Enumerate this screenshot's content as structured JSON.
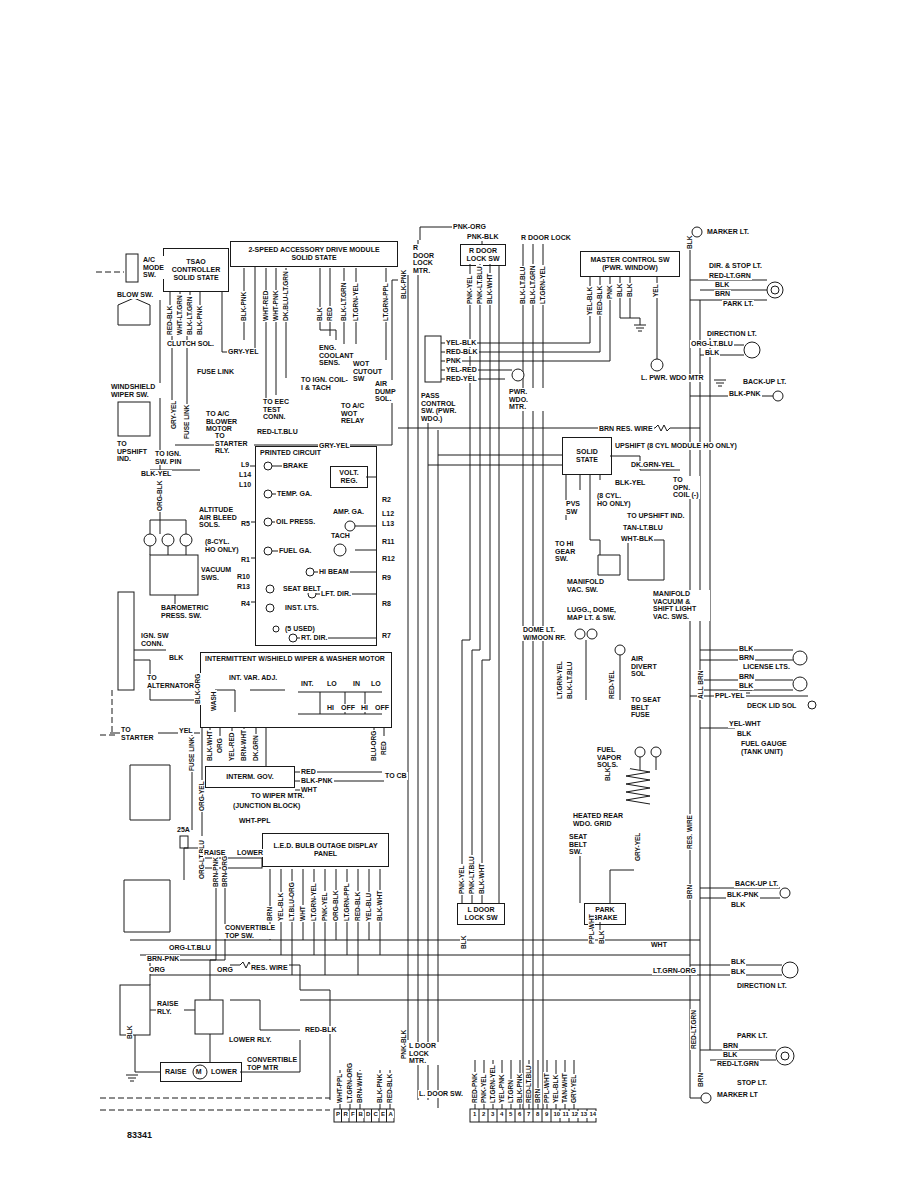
{
  "diagram": {
    "nodes": [
      {
        "text": [
          "TSAO CONTROLLER",
          "SOLID STATE"
        ]
      },
      {
        "text": [
          "2-SPEED ACCESSORY DRIVE MODULE",
          "SOLID STATE"
        ]
      },
      {
        "text": [
          "R DOOR LOCK SW"
        ]
      },
      {
        "text": [
          "MASTER CONTROL SW",
          "(PWR. WINDOW)"
        ]
      },
      {
        "text": [
          "PRINTED CIRCUIT"
        ]
      },
      {
        "text": [
          "VOLT. REG."
        ],
        "in": 4
      },
      {
        "text": [
          "INTERMITTENT W/SHIELD WIPER & WASHER MOTOR"
        ]
      },
      {
        "text": [
          "INTERM. GOV."
        ]
      },
      {
        "text": [
          "L.E.D. BULB OUTAGE DISPLAY PANEL"
        ]
      },
      {
        "text": [
          "SOLID STATE"
        ]
      },
      {
        "text": [
          "L DOOR LOCK SW"
        ]
      },
      {
        "text": [
          "PARK BRAKE"
        ]
      },
      {
        "text": [
          "RAISE",
          "M",
          "LOWER"
        ]
      }
    ],
    "edges": [
      {
        "from": 0,
        "to": 1,
        "arrow": "none",
        "label": "GRY-YEL"
      },
      {
        "from": 2,
        "to": 10,
        "arrow": "none"
      },
      {
        "from": 6,
        "to": 7,
        "arrow": "none"
      }
    ],
    "labels": [
      "MARKER LT.",
      "DIR. & STOP LT.",
      "RED-LT.GRN",
      "BLK",
      "BRN",
      "PARK LT.",
      "DIRECTION LT.",
      "ORG-LT.BLU",
      "BLK",
      "BACK-UP LT.",
      "BLK-PNK",
      "BLK",
      "BRN",
      "LICENSE LTS.",
      "BRN",
      "BLK",
      "PPL-YEL",
      "DECK LID SOL",
      "YEL-WHT",
      "BLK",
      "FUEL GAUGE (TANK UNIT)",
      "BACK-UP LT.",
      "BLK-PNK",
      "BLK",
      "BLK",
      "BLK",
      "DIRECTION LT.",
      "PARK LT.",
      "BRN",
      "BLK",
      "RED-LT.GRN",
      "STOP LT.",
      "MARKER LT",
      "RED-LT.GRN",
      "BRN",
      "BLK",
      "ALL BRN",
      "LT.GRN-ORG",
      "WHT",
      "BRN",
      "RES. WIRE",
      "RES. WIRE",
      "BRN",
      "A/C MODE SW.",
      "BLOW SW.",
      "CLUTCH SOL.",
      "FUSE LINK",
      "TO EEC TEST CONN.",
      "ENG. COOLANT SENS.",
      "WOT CUTOUT SW",
      "AIR DUMP SOL.",
      "TO IGN. COIL-I & TACH",
      "TO A/C WOT RELAY",
      "TO A/C BLOWER MOTOR",
      "TO STARTER RLY.",
      "RED-LT.BLU",
      "GRY-YEL",
      "WINDSHIELD WIPER SW.",
      "TO UPSHIFT IND.",
      "TO IGN. SW. PIN",
      "BLK-YEL",
      "FUSE LINK",
      "GRY-YEL",
      "ORG-BLK",
      "ALTITUDE AIR BLEED SOLS.",
      "(8-CYL. HO ONLY)",
      "VACUUM SWS.",
      "BAROMETRIC PRESS. SW.",
      "IGN. SW CONN.",
      "BLK",
      "TO ALTERNATOR",
      "BLK-ORG",
      "TO STARTER",
      "YEL",
      "FUSE LINK",
      "ORG-YEL",
      "ORG-LT.BLU",
      "25A",
      "(JUNCTION BLOCK)",
      "WHT-PPL",
      "RAISE",
      "LOWER",
      "BRN-PNK",
      "BRN-ORG",
      "CONVERTIBLE TOP SW.",
      "BRN-PNK",
      "ORG-LT.BLU",
      "ORG",
      "ORG",
      "RAISE RLY.",
      "LOWER RLY.",
      "RES. WIRE",
      "RED-BLK",
      "CONVERTIBLE TOP MTR",
      "BLK",
      "83341",
      "L9",
      "L14",
      "L10",
      "BRAKE",
      "TEMP. GA.",
      "OIL PRESS.",
      "R5",
      "FUEL GA.",
      "R1",
      "R10",
      "R13",
      "SEAT BELT",
      "R4",
      "INST. LTS.",
      "(5 USED)",
      "RT. DIR.",
      "AMP. GA.",
      "TACH",
      "HI BEAM",
      "LFT. DIR.",
      "R2",
      "L12",
      "L13",
      "R11",
      "R12",
      "R9",
      "R8",
      "R7",
      "INT. VAR. ADJ.",
      "WASH",
      "INT.",
      "LO",
      "HI",
      "OFF",
      "IN",
      "LO",
      "HI",
      "OFF",
      "BLK-WHT",
      "ORG",
      "YEL-RED",
      "BRN-WHT",
      "DK.GRN",
      "BLU-ORG",
      "RED",
      "RED",
      "BLK-PNK",
      "WHT",
      "TO CB",
      "TO WIPER MTR.",
      "BRN",
      "YEL-BLK",
      "LT.BLU-ORG",
      "WHT",
      "LT.GRN-YEL",
      "PNK-YEL",
      "ORG-BLK",
      "LT.GRN-PPL",
      "RED-BLK",
      "YEL-BLU",
      "BLK-WHT",
      "P",
      "R",
      "F",
      "B",
      "D",
      "C",
      "E",
      "A",
      "WHT-PPL",
      "LT.GRN-ORG",
      "BRN-WHT",
      "BLK-PNK",
      "RED-BLK",
      "R DOOR LOCK MTR.",
      "PNK-ORG",
      "PNK-BLK",
      "R DOOR LOCK",
      "PNK-YEL",
      "PNK-LT.BLU",
      "BLK-WHT",
      "BLK-LT.BLU",
      "BLK-LT.GRN",
      "LT.GRN-YEL",
      "BLK-PNK",
      "YEL-BLK",
      "RED-BLK",
      "PNK",
      "YEL-RED",
      "RED-YEL",
      "PASS CONTROL SW. (PWR. WDO.)",
      "PWR. WDO. MTR.",
      "L. PWR. WDO MTR",
      "YEL-BLK",
      "RED-BLK",
      "PNK",
      "BLK",
      "BLK",
      "YEL",
      "UPSHIFT (8 CYL MODULE HO ONLY)",
      "DK.GRN-YEL",
      "BLK-YEL",
      "TO OPN. COIL (-)",
      "(8 CYL. HO ONLY)",
      "TO UPSHIFT IND.",
      "TAN-LT.BLU",
      "PVS SW",
      "TO HI GEAR SW.",
      "WHT-BLK",
      "MANIFOLD VAC. SW.",
      "MANIFOLD VACUUM & SHIFT LIGHT VAC. SWS.",
      "LUGG., DOME, MAP LT. & SW.",
      "DOME LT. W/MOON RF.",
      "AIR DIVERT SOL",
      "TO SEAT BELT FUSE",
      "LT.GRN-YEL",
      "BLK-LT.BLU",
      "RED-YEL",
      "FUEL VAPOR SOLS.",
      "BLK",
      "HEATED REAR WDO. GRID",
      "SEAT BELT SW.",
      "GRY-YEL",
      "PPL-WHT",
      "BLK",
      "PNK-YEL",
      "PNK-LT.BLU",
      "BLK-WHT",
      "BLK",
      "L DOOR LOCK MTR.",
      "L. DOOR SW.",
      "PNK-BLK",
      "RED-PNK",
      "PNK-YEL",
      "LT.GRN-YEL",
      "YEL-PNK",
      "LT.GRN",
      "BLK-PNK",
      "RED-LT.BLU",
      "BRN",
      "PPL-WHT",
      "YEL-BLK",
      "TAN-WHT",
      "GRY-YEL",
      "1",
      "2",
      "3",
      "4",
      "5",
      "6",
      "7",
      "8",
      "9",
      "10",
      "11",
      "12",
      "13",
      "14",
      "RED-BLK",
      "WHT-LT.GRN",
      "BLK-LT.GRN",
      "BLK-PNK",
      "BLK-PNK",
      "WHT-RED",
      "WHT-PNK",
      "DK.BLU-LT.GRN",
      "BLK",
      "RED",
      "BLK-LT.GRN",
      "LT.GRN-YEL",
      "LT.GRN-PPL"
    ]
  }
}
